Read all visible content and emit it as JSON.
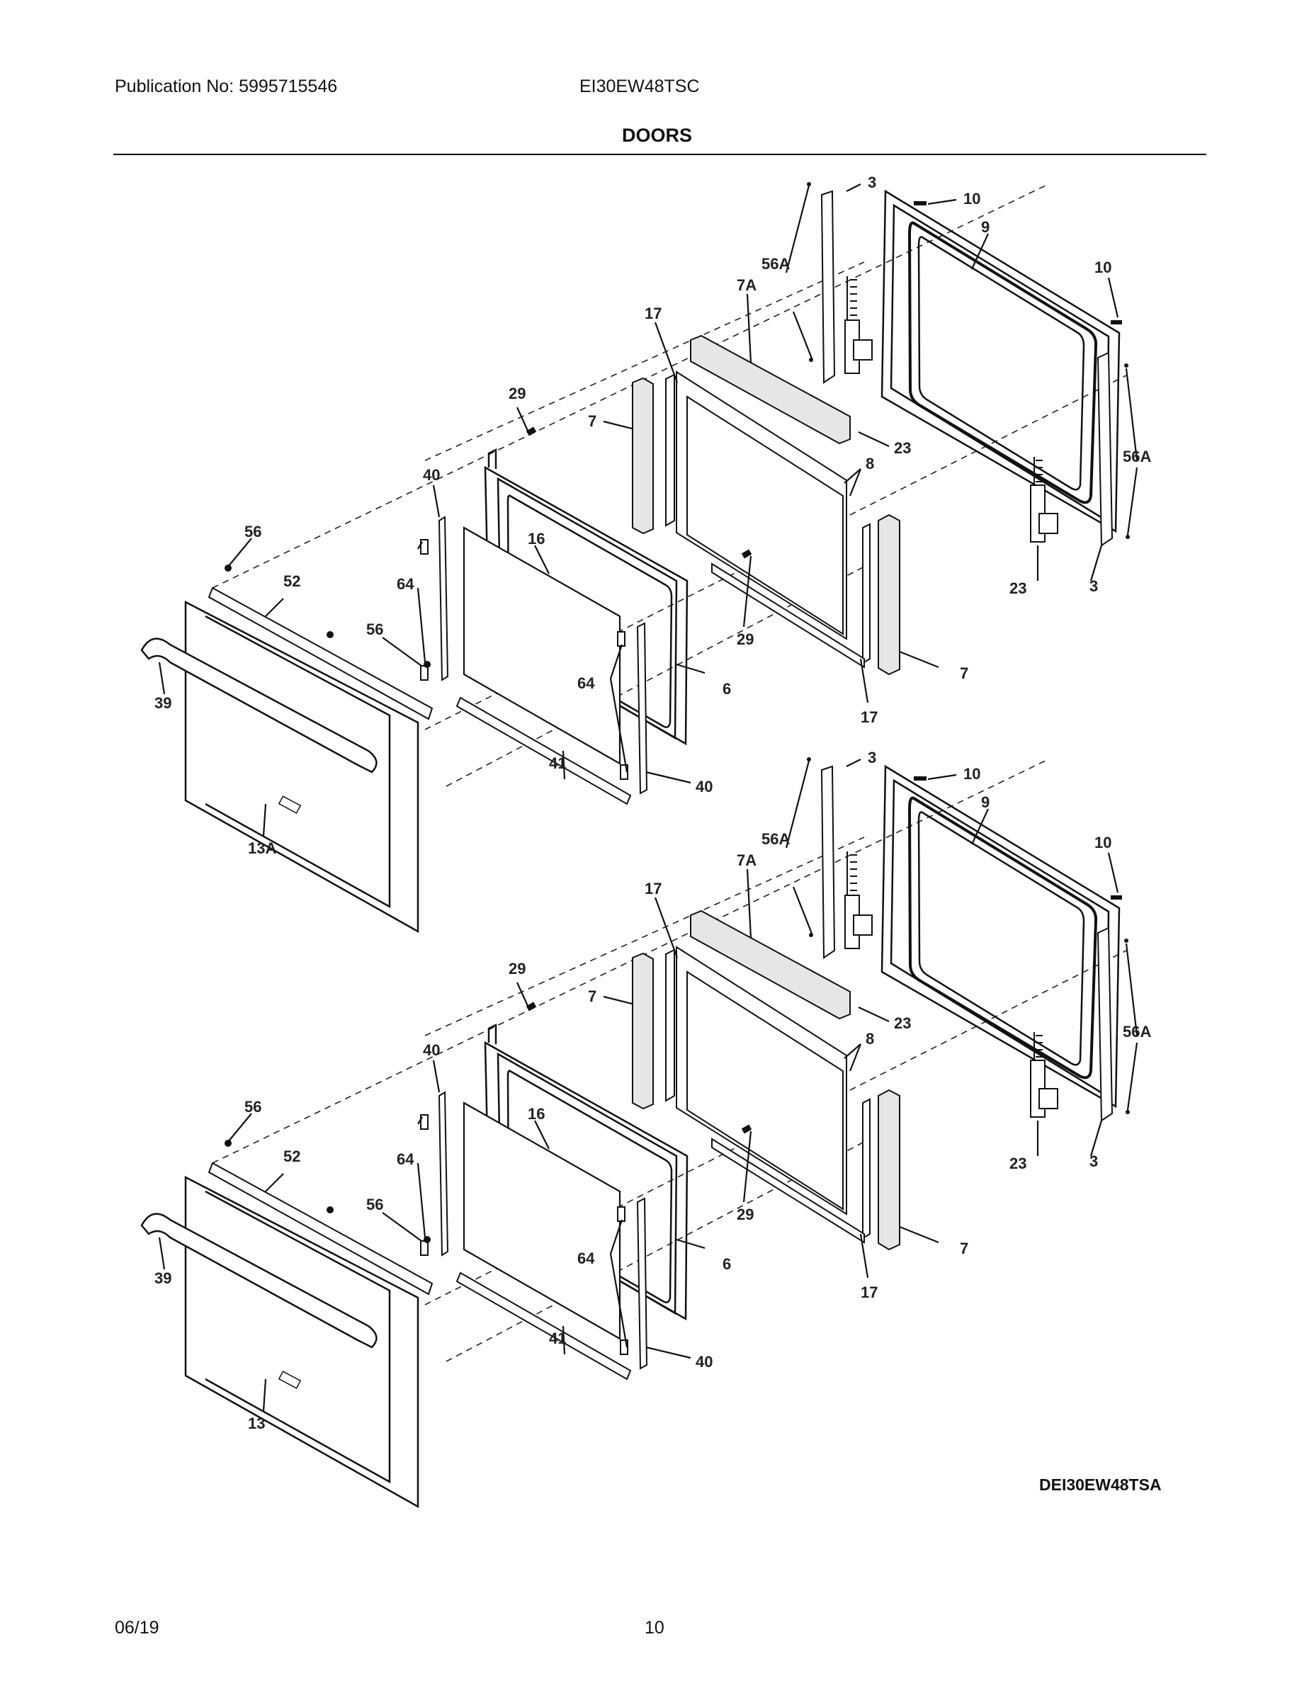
{
  "header": {
    "publication": "Publication No: 5995715546",
    "model": "EI30EW48TSC",
    "title": "DOORS"
  },
  "footer": {
    "date": "06/19",
    "page": "10"
  },
  "diagram_id": "DEI30EW48TSA",
  "upper_door": {
    "labels": {
      "l3": "3",
      "l10a": "10",
      "l9": "9",
      "l10b": "10",
      "l56a_top": "56A",
      "l7a": "7A",
      "l17a": "17",
      "l29a": "29",
      "l7a_left": "7",
      "l23a": "23",
      "l8": "8",
      "l56a_right": "56A",
      "l40a": "40",
      "l56_top": "56",
      "l16": "16",
      "l64a": "64",
      "l52": "52",
      "l56_mid": "56",
      "l23b": "23",
      "l3b": "3",
      "l29b": "29",
      "l7b": "7",
      "l64b": "64",
      "l6": "6",
      "l39": "39",
      "l17b": "17",
      "l41": "41",
      "l40b": "40",
      "l13": "13A"
    }
  },
  "lower_door": {
    "labels": {
      "l3": "3",
      "l10a": "10",
      "l9": "9",
      "l10b": "10",
      "l56a_top": "56A",
      "l7a": "7A",
      "l17a": "17",
      "l29a": "29",
      "l7a_left": "7",
      "l23a": "23",
      "l8": "8",
      "l56a_right": "56A",
      "l40a": "40",
      "l56_top": "56",
      "l16": "16",
      "l64a": "64",
      "l52": "52",
      "l56_mid": "56",
      "l23b": "23",
      "l3b": "3",
      "l29b": "29",
      "l7b": "7",
      "l64b": "64",
      "l6": "6",
      "l39": "39",
      "l17b": "17",
      "l41": "41",
      "l40b": "40",
      "l13": "13"
    }
  }
}
